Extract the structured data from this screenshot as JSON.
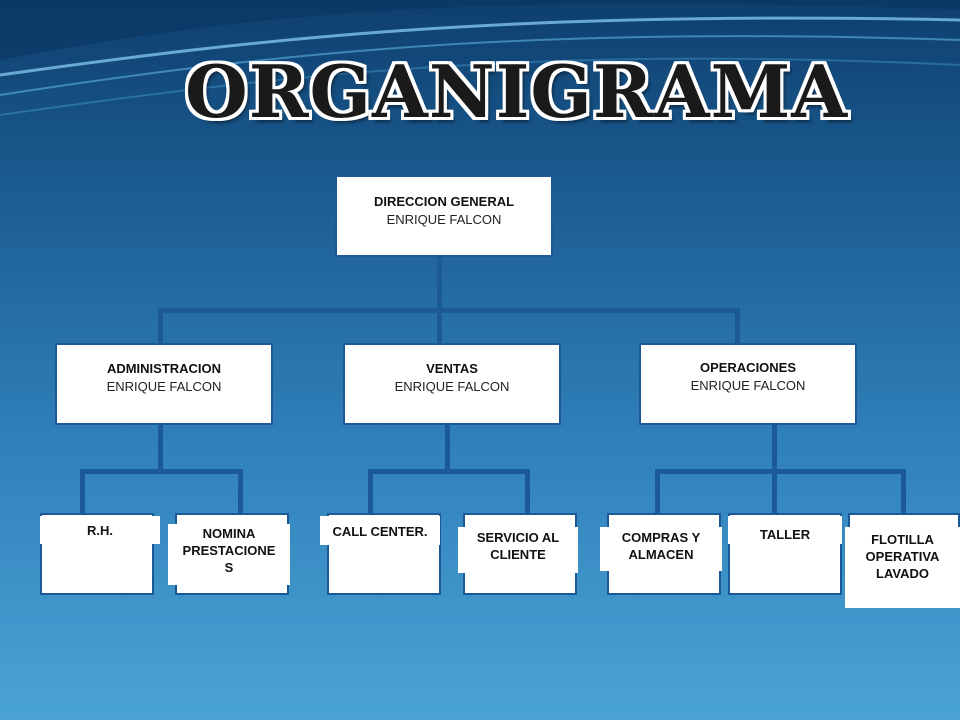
{
  "title": "ORGANIGRAMA",
  "root": {
    "title": "DIRECCION GENERAL",
    "name": "ENRIQUE FALCON"
  },
  "departments": [
    {
      "title": "ADMINISTRACION",
      "name": "ENRIQUE FALCON",
      "children": [
        "R.H.",
        "NOMINA\nPRESTACIONE\nS"
      ]
    },
    {
      "title": "VENTAS",
      "name": "ENRIQUE FALCON",
      "children": [
        "CALL CENTER.",
        "SERVICIO AL\nCLIENTE"
      ]
    },
    {
      "title": "OPERACIONES",
      "name": "ENRIQUE FALCON",
      "children": [
        "COMPRAS Y\nALMACEN",
        "TALLER",
        "FLOTILLA\nOPERATIVA\nLAVADO"
      ]
    }
  ],
  "colors": {
    "connector": "#1b5a96",
    "box_border": "#1b5a96",
    "background_top": "#0e3f6e",
    "background_bottom": "#4aa3d6"
  }
}
